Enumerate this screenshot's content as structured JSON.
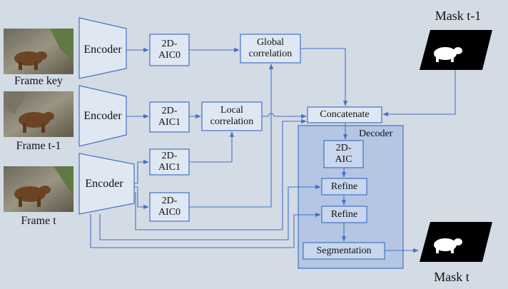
{
  "inputs": {
    "frame_key": "Frame key",
    "frame_prev": "Frame  t-1",
    "frame_t": "Frame  t"
  },
  "encoders": [
    "Encoder",
    "Encoder",
    "Encoder"
  ],
  "aic_blocks": {
    "aic0_top": "2D-\nAIC0",
    "aic1_mid": "2D-\nAIC1",
    "aic1_low": "2D-\nAIC1",
    "aic0_low": "2D-\nAIC0"
  },
  "correlations": {
    "global": "Global\ncorrelation",
    "local": "Local\ncorrelation"
  },
  "concatenate": "Concatenate",
  "decoder": {
    "title": "Decoder",
    "aic": "2D-\nAIC",
    "refine_1": "Refine",
    "refine_2": "Refine",
    "segmentation": "Segmentation"
  },
  "masks": {
    "prev": "Mask  t-1",
    "current": "Mask  t"
  },
  "colors": {
    "background": "#d3dbe5",
    "arrow": "#4472c4",
    "decoder_fill": "#b4c6e3",
    "box_fill": "#dfe7f2"
  }
}
